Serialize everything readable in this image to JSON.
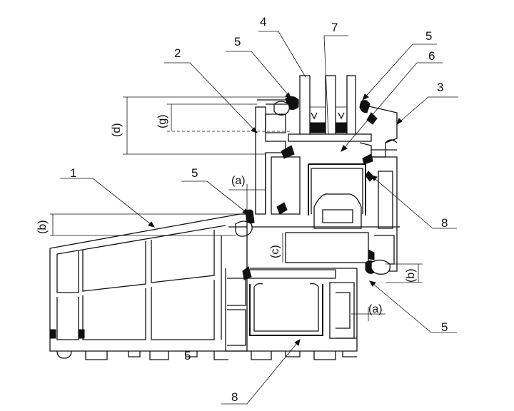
{
  "callouts": {
    "c1": "1",
    "c2": "2",
    "c3": "3",
    "c4": "4",
    "c5_top_left": "5",
    "c5_top_right": "5",
    "c5_mid_left": "5",
    "c5_bottom_left": "5",
    "c5_bottom_right": "5",
    "c6": "6",
    "c7": "7",
    "c8_right": "8",
    "c8_bottom": "8"
  },
  "dimensions": {
    "a_top": "(a)",
    "a_bottom": "(a)",
    "b_left": "(b)",
    "b_right": "(b)",
    "c": "(c)",
    "d": "(d)",
    "g": "(g)"
  }
}
